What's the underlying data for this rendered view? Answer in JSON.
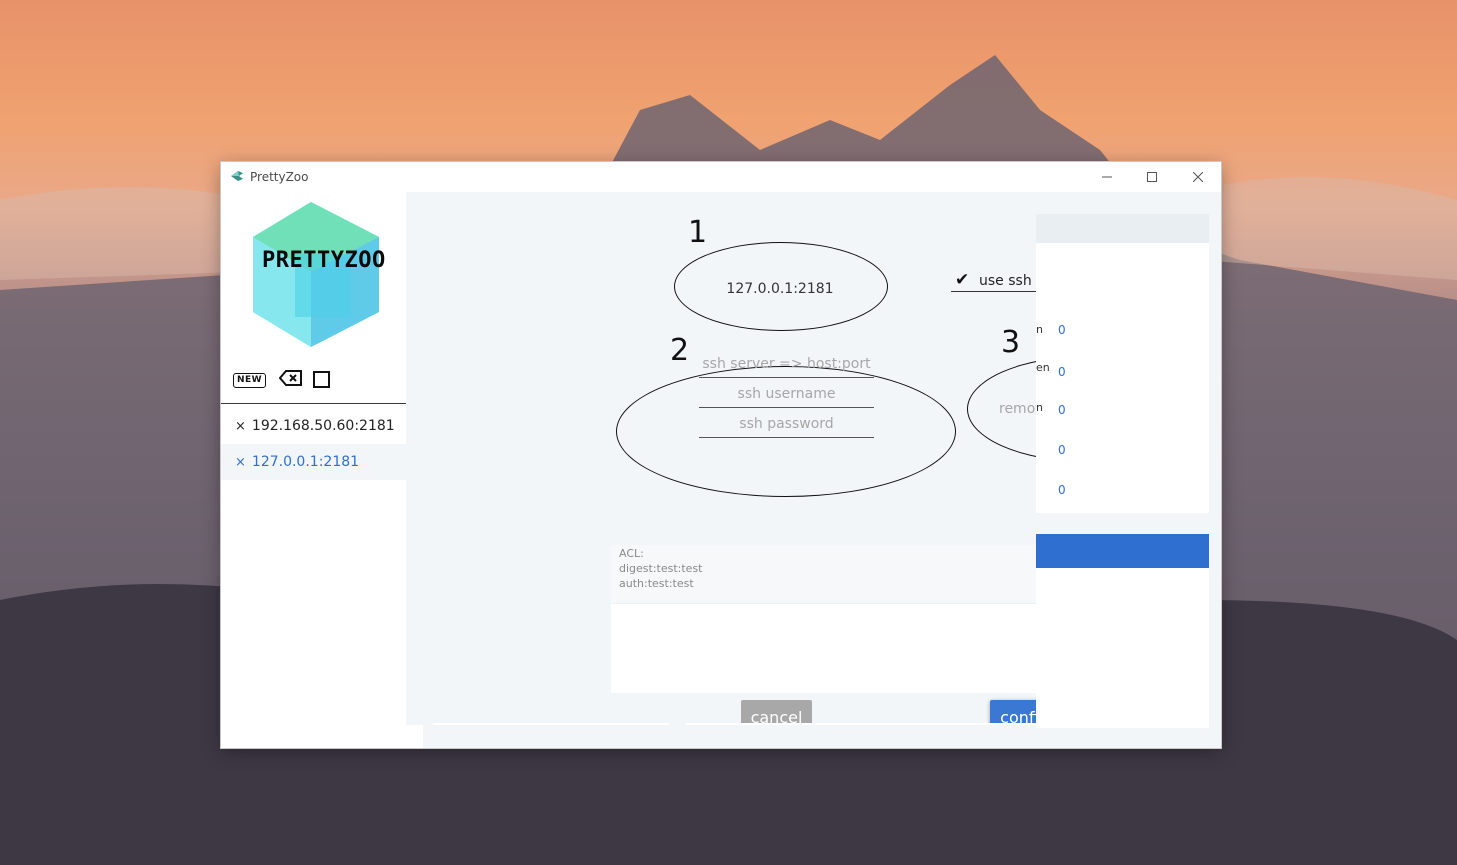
{
  "window": {
    "title": "PrettyZoo"
  },
  "sidebar": {
    "logo_text": "PRETTYZOO",
    "toolbar": {
      "new_label": "NEW"
    },
    "servers": [
      {
        "host": "192.168.50.60:2181",
        "remove_glyph": "×"
      },
      {
        "host": "127.0.0.1:2181",
        "remove_glyph": "×"
      }
    ]
  },
  "form": {
    "markers": [
      "1",
      "2",
      "3"
    ],
    "server_value": "127.0.0.1:2181",
    "ssh_tunnel": {
      "checked": true,
      "check_glyph": "✔",
      "label": "use ssh tunnel"
    },
    "ssh_server_placeholder": "ssh server => host:port",
    "ssh_username_placeholder": "ssh username",
    "ssh_password_placeholder": "ssh password",
    "remote_server_placeholder": "remote server => host:port",
    "acl_lines": [
      "ACL:",
      "digest:test:test",
      "auth:test:test"
    ],
    "cancel_label": "cancel",
    "confirm_label": "confirm"
  },
  "right_panel": {
    "stats": [
      {
        "label": "n",
        "value": "0"
      },
      {
        "label": "en",
        "value": "0"
      },
      {
        "label": "n",
        "value": "0"
      },
      {
        "label": "",
        "value": "0"
      },
      {
        "label": "",
        "value": "0"
      }
    ]
  },
  "colors": {
    "accent": "#2f6fd0",
    "cancel_gray": "#a8a8a8",
    "panel_bg": "#f3f6f9"
  },
  "icons": {
    "window": [
      "app-icon",
      "minimize-icon",
      "maximize-icon",
      "close-icon"
    ],
    "toolbar": [
      "new-icon",
      "delete-icon",
      "square-icon"
    ]
  }
}
